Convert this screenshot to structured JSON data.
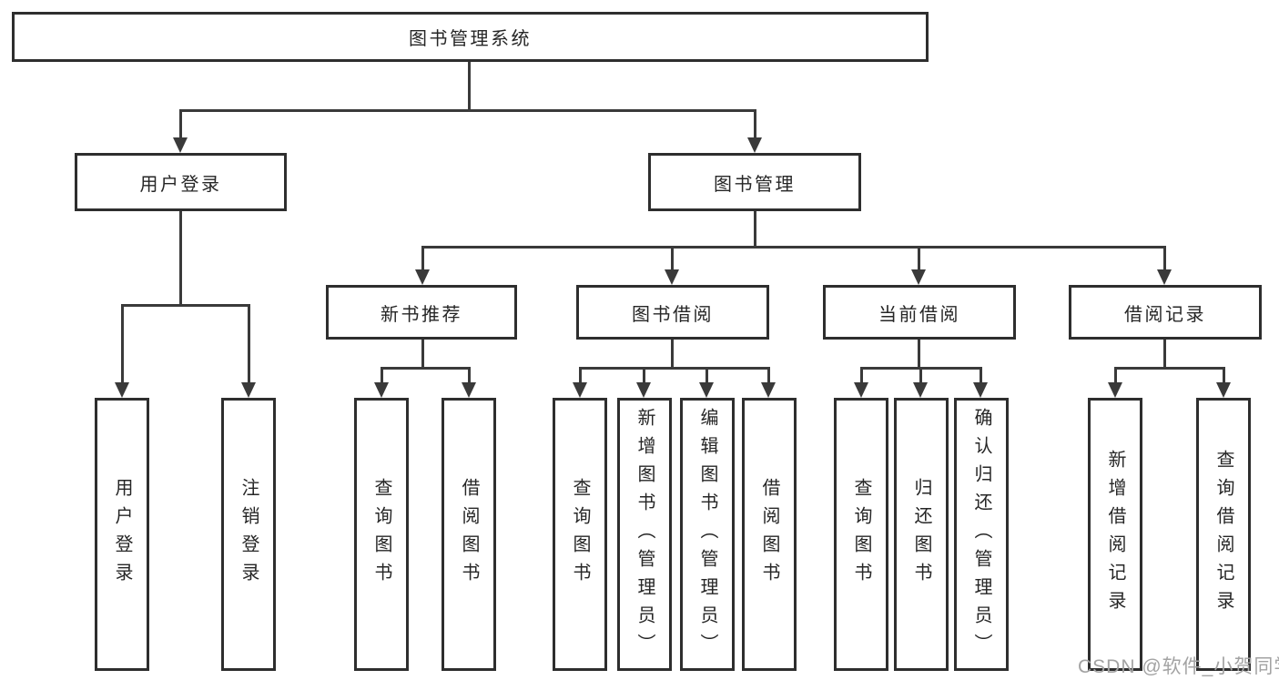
{
  "nodes": {
    "root": "图书管理系统",
    "user_login": "用户登录",
    "book_management": "图书管理",
    "new_book_recommend": "新书推荐",
    "book_borrow": "图书借阅",
    "current_borrow": "当前借阅",
    "borrow_record": "借阅记录",
    "leaf_user_login": "用户登录",
    "leaf_logout": "注销登录",
    "leaf_query_book_recommend": "查询图书",
    "leaf_borrow_book_recommend": "借阅图书",
    "leaf_query_book_borrow": "查询图书",
    "leaf_add_book_admin": "新增图书（管理员）",
    "leaf_edit_book_admin": "编辑图书（管理员）",
    "leaf_borrow_book_borrow": "借阅图书",
    "leaf_query_book_current": "查询图书",
    "leaf_return_book": "归还图书",
    "leaf_confirm_return_admin": "确认归还（管理员）",
    "leaf_add_borrow_record": "新增借阅记录",
    "leaf_query_borrow_record": "查询借阅记录"
  },
  "watermark": "CSDN @软件_小贺同学",
  "colors": {
    "background": "#ffffff",
    "box_border": "#2e2e2e",
    "connector_line": "#3a3a3a",
    "text": "#262626",
    "watermark_text": "#a3a3a3"
  }
}
